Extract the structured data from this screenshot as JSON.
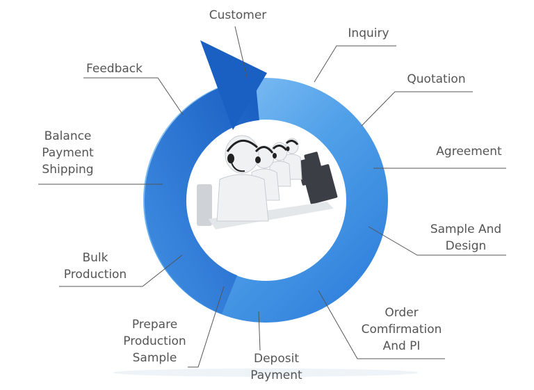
{
  "steps": [
    {
      "id": "customer",
      "label": "Customer"
    },
    {
      "id": "inquiry",
      "label": "Inquiry"
    },
    {
      "id": "quotation",
      "label": "Quotation"
    },
    {
      "id": "agreement",
      "label": "Agreement"
    },
    {
      "id": "sample_design",
      "label": "Sample And\nDesign"
    },
    {
      "id": "order_confirmation",
      "label": "Order\nComfirmation\nAnd PI"
    },
    {
      "id": "deposit_payment",
      "label": "Deposit\nPayment"
    },
    {
      "id": "prepare_sample",
      "label": "Prepare\nProduction\nSample"
    },
    {
      "id": "bulk_production",
      "label": "Bulk\nProduction"
    },
    {
      "id": "balance_payment",
      "label": "Balance\nPayment\nShipping"
    },
    {
      "id": "feedback",
      "label": "Feedback"
    }
  ],
  "colors": {
    "ring_light": "#6db3f2",
    "ring_dark": "#1f68c8",
    "arrow": "#1558b8",
    "leader": "#555555",
    "text": "#555555"
  },
  "center_image": "call-center-figures"
}
